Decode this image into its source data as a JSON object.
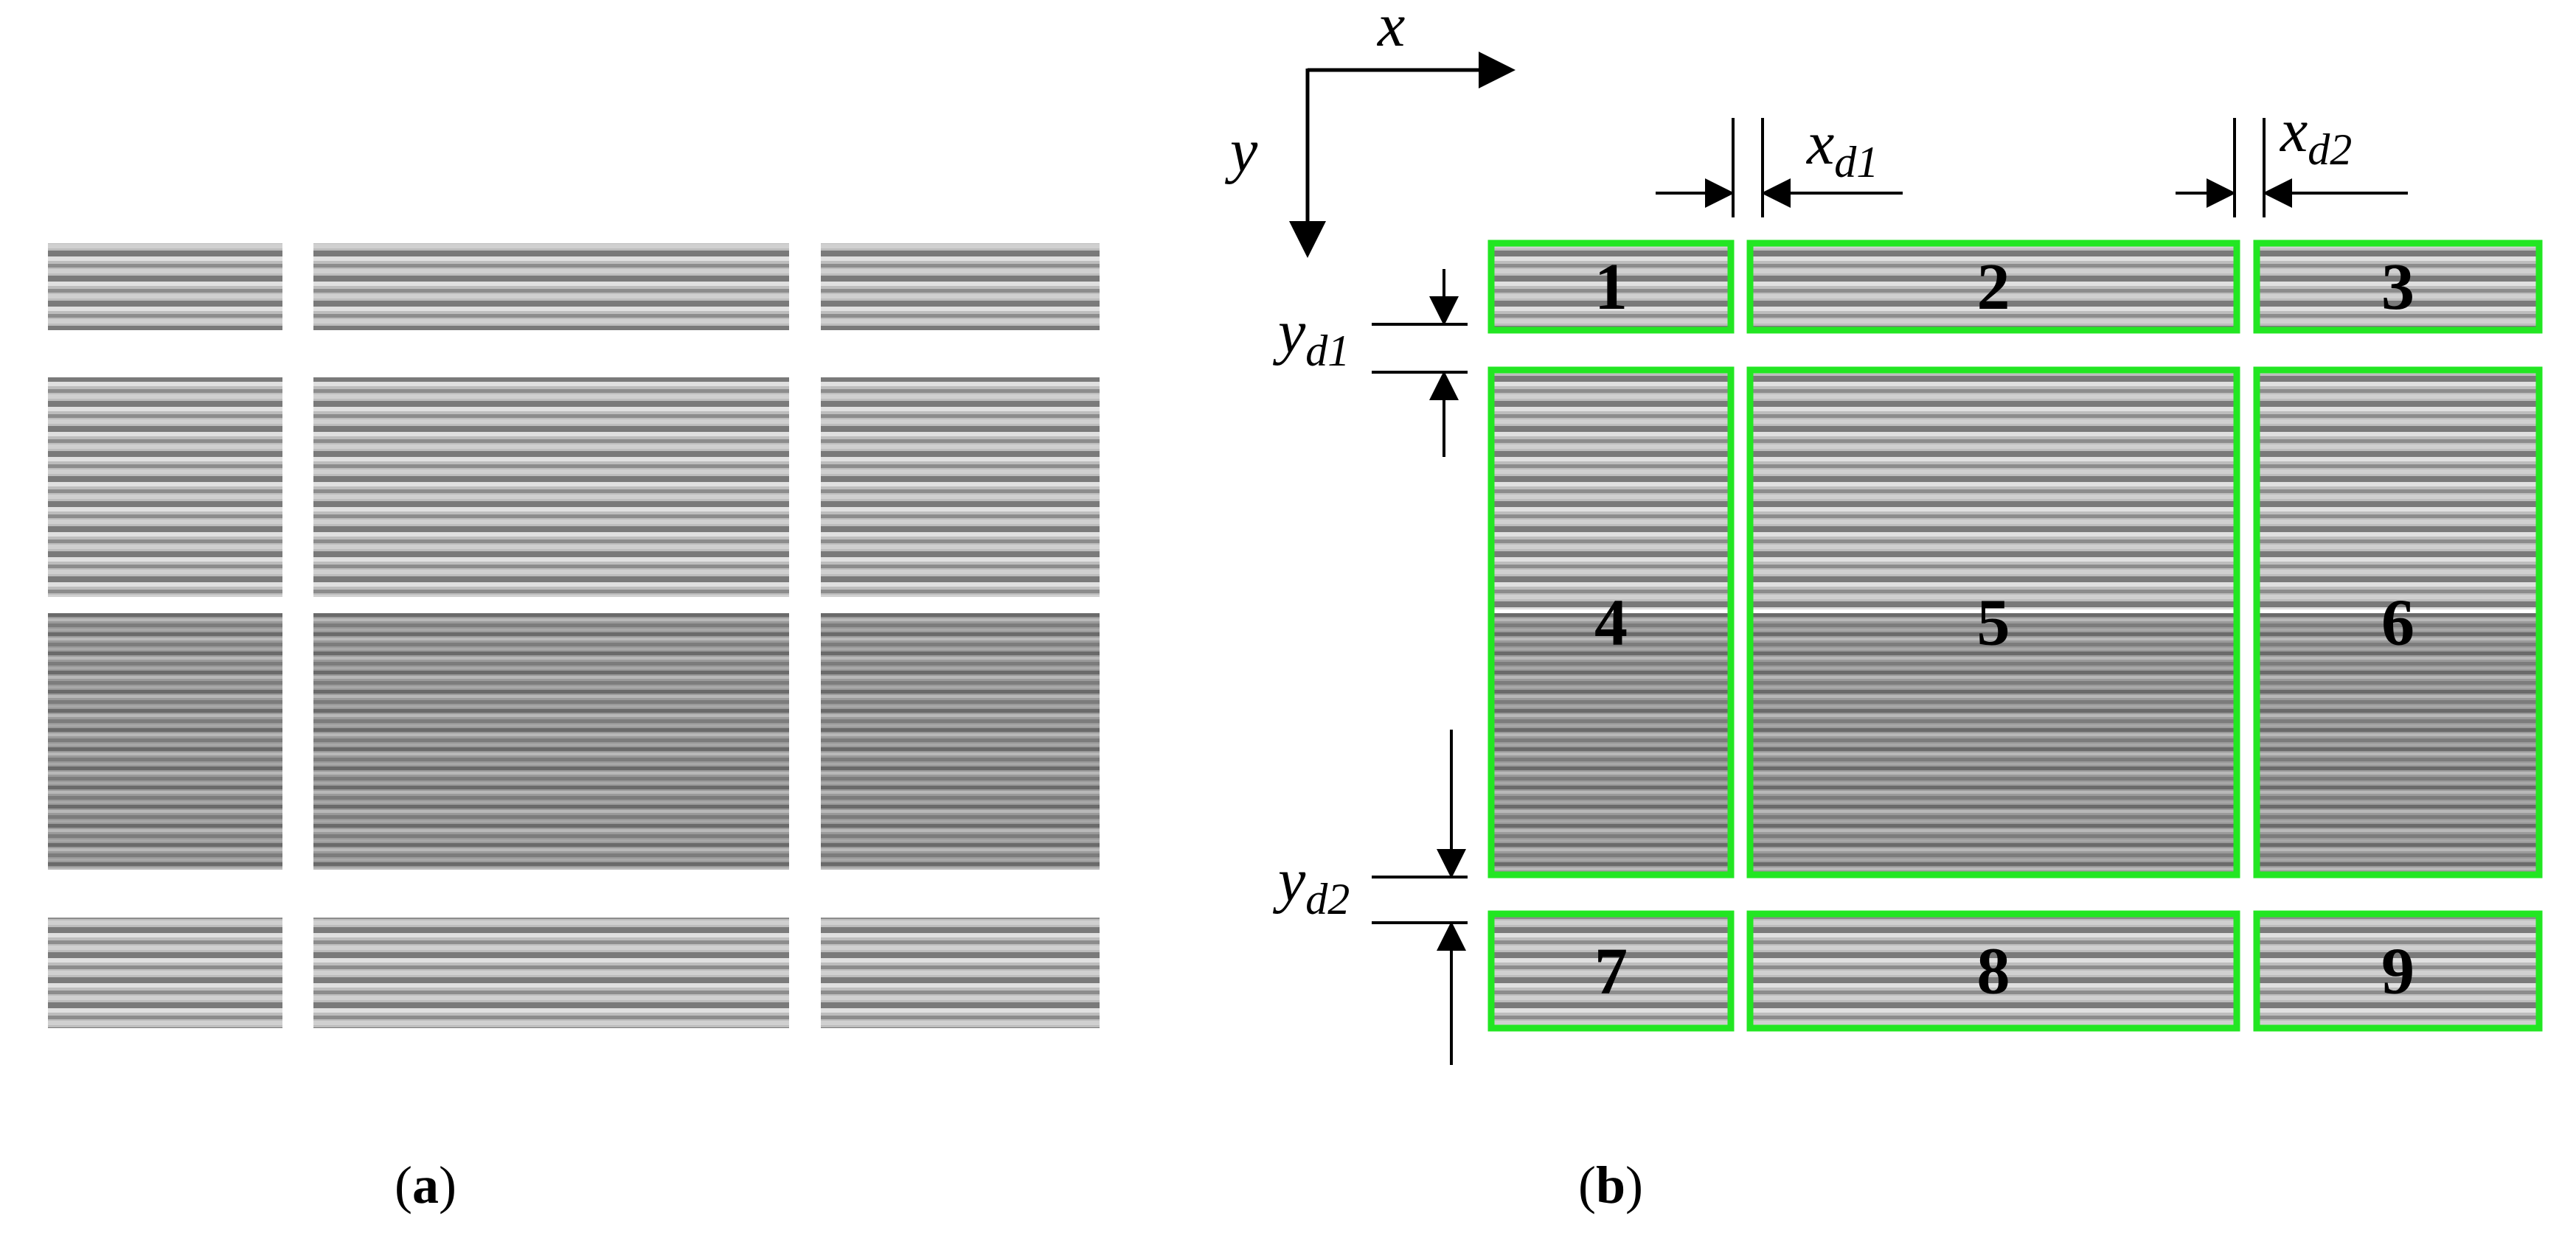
{
  "panels": [
    {
      "id": "a",
      "caption_open": "(",
      "caption_letter": "a",
      "caption_close": ")"
    },
    {
      "id": "b",
      "caption_open": "(",
      "caption_letter": "b",
      "caption_close": ")"
    }
  ],
  "axes": {
    "x_label": "x",
    "y_label": "y"
  },
  "dimensions": {
    "xd1": {
      "base": "x",
      "sub": "d1"
    },
    "xd2": {
      "base": "x",
      "sub": "d2"
    },
    "yd1": {
      "base": "y",
      "sub": "d1"
    },
    "yd2": {
      "base": "y",
      "sub": "d2"
    }
  },
  "regions": [
    "1",
    "2",
    "3",
    "4",
    "5",
    "6",
    "7",
    "8",
    "9"
  ],
  "colors": {
    "region_outline": "#22e622",
    "stripe_dark": "#6e6e6e",
    "stripe_light": "#d8d8d8",
    "background": "#ffffff",
    "annotation": "#000000"
  }
}
